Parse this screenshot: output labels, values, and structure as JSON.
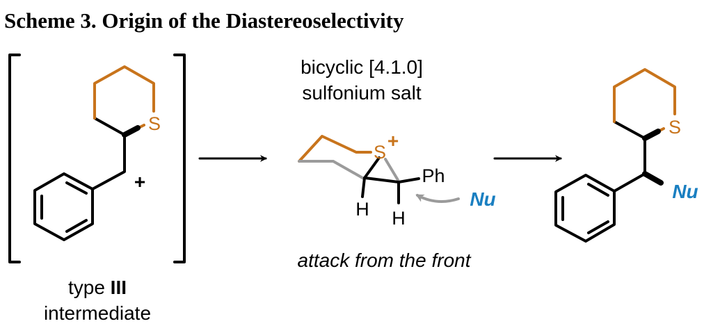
{
  "title": "Scheme 3. Origin of the Diastereoselectivity",
  "intermediate": {
    "sulfur": "S",
    "charge": "+",
    "caption_prefix": "type ",
    "caption_bold": "III",
    "caption_line2": "intermediate"
  },
  "salt": {
    "label_line1": "bicyclic [4.1.0]",
    "label_line2": "sulfonium salt",
    "sulfur": "S",
    "charge": "+",
    "phenyl": "Ph",
    "h_left": "H",
    "h_right": "H",
    "nucleophile": "Nu",
    "caption": "attack from the front"
  },
  "product": {
    "sulfur": "S",
    "nucleophile": "Nu"
  },
  "colors": {
    "sulfur_ring": "#c8741c",
    "nucleophile": "#1a7fc1",
    "attack_arrow": "#9b9b9b",
    "bonds": "#000000"
  }
}
